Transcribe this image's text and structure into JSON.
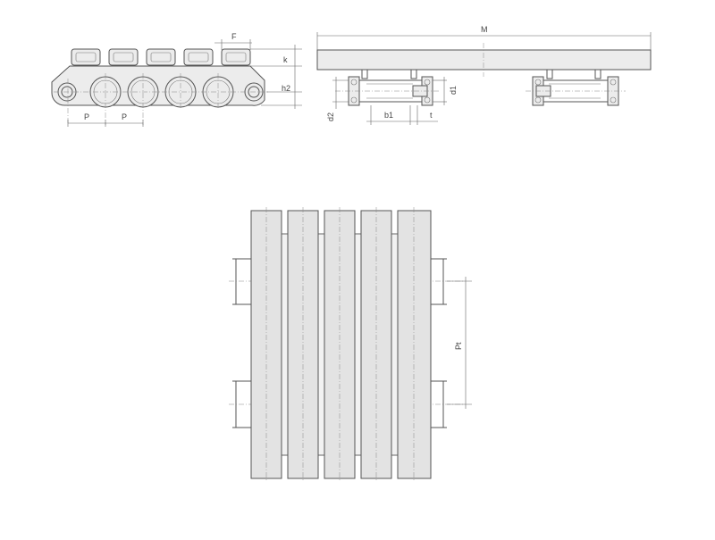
{
  "drawing": {
    "side_view": {
      "labels": {
        "pitch_left": "P",
        "pitch_right": "P",
        "plate_gap": "F",
        "height_k": "k",
        "height_h2": "h2"
      }
    },
    "front_view": {
      "labels": {
        "width": "M",
        "pin_diameter": "d1",
        "roller_diameter": "d2",
        "inner_width": "b1",
        "plate_thickness": "t"
      }
    },
    "top_view": {
      "labels": {
        "track_pitch": "Pt"
      },
      "slat_count": 5
    },
    "colors": {
      "outline": "#555555",
      "slat_fill": "#e3e3e3",
      "dimension": "#666666"
    }
  }
}
